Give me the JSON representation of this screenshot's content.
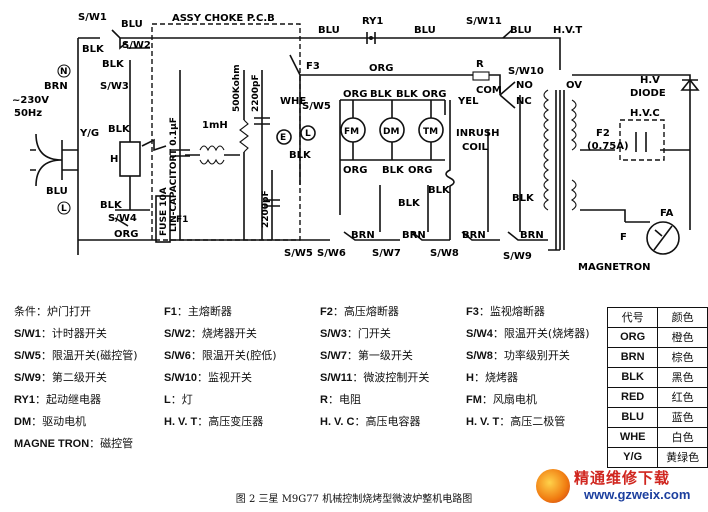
{
  "schematic": {
    "labels": {
      "sw1": "S/W1",
      "blu_top1": "BLU",
      "blk_tl": "BLK",
      "sw2": "S/W2",
      "assy": "ASSY CHOKE P.C.B",
      "blu_top2": "BLU",
      "ry1": "RY1",
      "blu_top3": "BLU",
      "sw11": "S/W11",
      "blu_top4": "BLU",
      "hvt": "H.V.T",
      "n": "N",
      "brn": "BRN",
      "blk_sw3": "BLK",
      "sw3": "S/W3",
      "f3": "F3",
      "org_top": "ORG",
      "r": "R",
      "com": "COM",
      "sw10": "S/W10",
      "no": "NO",
      "nc": "NC",
      "yel": "YEL",
      "v230": "~230V",
      "hz50": "50Hz",
      "yg": "Y/G",
      "blk_h": "BLK",
      "h": "H",
      "mh": "1mH",
      "lin": "LIN-CAPACITORT 0.1μF",
      "k500": "500Kohm",
      "pf2200a": "2200pF",
      "pf2200b": "2200pF",
      "whe": "WHE",
      "sw5": "S/W5",
      "org_l1": "ORG",
      "blk_l1": "BLK",
      "org_l2": "ORG",
      "blk_l2": "BLK",
      "fm": "FM",
      "dm": "DM",
      "tm": "TM",
      "org_b1": "ORG",
      "blk_b1": "BLK",
      "org_b2": "ORG",
      "inrush1": "INRUSH",
      "inrush2": "COIL",
      "e": "E",
      "l": "L",
      "blk_el": "BLK",
      "ov": "OV",
      "hv": "H.V",
      "diode": "DIODE",
      "hvc": "H.V.C",
      "f2": "F2",
      "f2v": "(0.75A)",
      "blu_l": "BLU",
      "ll": "L",
      "blk_sw4": "BLK",
      "sw4": "S/W4",
      "org_sw4": "ORG",
      "fuse": "FUSE 10A",
      "f1": "F1",
      "blk_mid1": "BLK",
      "blk_mid2": "BLK",
      "blk_mid3": "BLK",
      "brn1": "BRN",
      "brn2": "BRN",
      "brn3": "BRN",
      "brn4": "BRN",
      "sw5b": "S/W5",
      "sw6": "S/W6",
      "sw7": "S/W7",
      "sw8": "S/W8",
      "sw9": "S/W9",
      "fa": "FA",
      "fmag": "F",
      "magnetron": "MAGNETRON"
    }
  },
  "legend": {
    "condition": "条件：炉门打开",
    "items": [
      {
        "code": "F1",
        "desc": "：主熔断器"
      },
      {
        "code": "F2",
        "desc": "：高压熔断器"
      },
      {
        "code": "F3",
        "desc": "：监视熔断器"
      },
      {
        "code": "S/W1",
        "desc": "：计时器开关"
      },
      {
        "code": "S/W2",
        "desc": "：烧烤器开关"
      },
      {
        "code": "S/W3",
        "desc": "：门开关"
      },
      {
        "code": "S/W4",
        "desc": "：限温开关(烧烤器)"
      },
      {
        "code": "S/W5",
        "desc": "：限温开关(磁控管)"
      },
      {
        "code": "S/W6",
        "desc": "：限温开关(腔低)"
      },
      {
        "code": "S/W7",
        "desc": "：第一级开关"
      },
      {
        "code": "S/W8",
        "desc": "：功率级别开关"
      },
      {
        "code": "S/W9",
        "desc": "：第二级开关"
      },
      {
        "code": "S/W10",
        "desc": "：监视开关"
      },
      {
        "code": "S/W11",
        "desc": "：微波控制开关"
      },
      {
        "code": "H",
        "desc": "：烧烤器"
      },
      {
        "code": "RY1",
        "desc": "：起动继电器"
      },
      {
        "code": "L",
        "desc": "：灯"
      },
      {
        "code": "R",
        "desc": "：电阻"
      },
      {
        "code": "FM",
        "desc": "：风扇电机"
      },
      {
        "code": "DM",
        "desc": "：驱动电机"
      },
      {
        "code": "H. V. T",
        "desc": "：高压变压器"
      },
      {
        "code": "H. V. C",
        "desc": "：高压电容器"
      },
      {
        "code": "H. V. T",
        "desc": "：高压二极管"
      },
      {
        "code": "MAGNE TRON",
        "desc": "：磁控管"
      }
    ]
  },
  "color_table": {
    "header": {
      "code": "代号",
      "color": "颜色"
    },
    "rows": [
      {
        "code": "ORG",
        "color": "橙色"
      },
      {
        "code": "BRN",
        "color": "棕色"
      },
      {
        "code": "BLK",
        "color": "黑色"
      },
      {
        "code": "RED",
        "color": "红色"
      },
      {
        "code": "BLU",
        "color": "蓝色"
      },
      {
        "code": "WHE",
        "color": "白色"
      },
      {
        "code": "Y/G",
        "color": "黄绿色"
      }
    ]
  },
  "caption": "图 2 三星 M9G77 机械控制烧烤型微波炉整机电路图",
  "watermark": {
    "title": "精通维修下载",
    "url": "www.gzweix.com"
  }
}
